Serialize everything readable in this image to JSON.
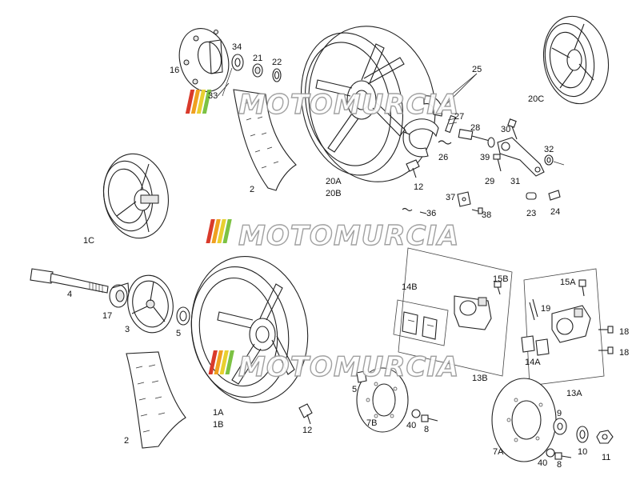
{
  "watermark": {
    "text": "MOTOMURCIA",
    "colors": [
      "#d93a2b",
      "#f0a020",
      "#e8d030",
      "#7cc243"
    ]
  },
  "part_labels": {
    "l16": "16",
    "l34": "34",
    "l21": "21",
    "l22": "22",
    "l33": "33",
    "l25": "25",
    "l27": "27",
    "l28": "28",
    "l30": "30",
    "l26": "26",
    "l39": "39",
    "l32": "32",
    "l29": "29",
    "l31": "31",
    "l20a": "20A",
    "l20b": "20B",
    "l12a": "12",
    "l20c": "20C",
    "l2a": "2",
    "l1c": "1C",
    "l37": "37",
    "l36": "36",
    "l38": "38",
    "l23": "23",
    "l24": "24",
    "l4": "4",
    "l17": "17",
    "l3": "3",
    "l5a": "5",
    "l1a": "1A",
    "l1b": "1B",
    "l12b": "12",
    "l2b": "2",
    "l14b": "14B",
    "l15b": "15B",
    "l13b": "13B",
    "l5b": "5",
    "l7b": "7B",
    "l40a": "40",
    "l8a": "8",
    "l15a": "15A",
    "l19": "19",
    "l18a": "18",
    "l18b": "18",
    "l14a": "14A",
    "l13a": "13A",
    "l9": "9",
    "l7a": "7A",
    "l40b": "40",
    "l8b": "8",
    "l10": "10",
    "l11": "11"
  }
}
